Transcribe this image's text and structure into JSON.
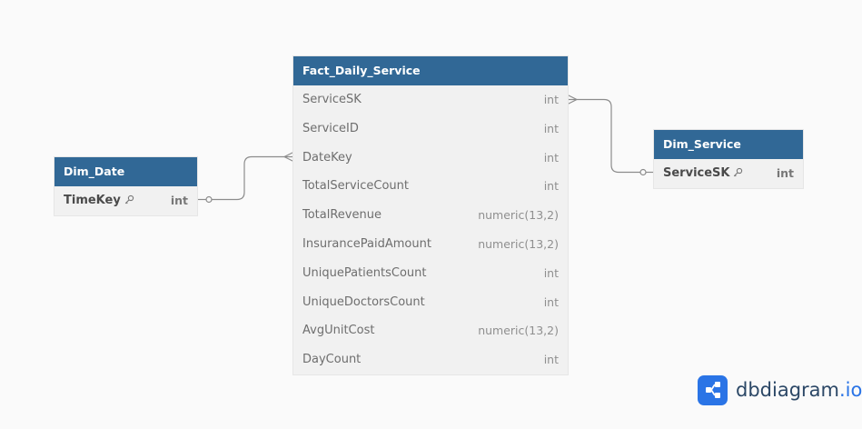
{
  "tables": {
    "fact": {
      "name": "Fact_Daily_Service",
      "columns": [
        {
          "name": "ServiceSK",
          "type": "int"
        },
        {
          "name": "ServiceID",
          "type": "int"
        },
        {
          "name": "DateKey",
          "type": "int"
        },
        {
          "name": "TotalServiceCount",
          "type": "int"
        },
        {
          "name": "TotalRevenue",
          "type": "numeric(13,2)"
        },
        {
          "name": "InsurancePaidAmount",
          "type": "numeric(13,2)"
        },
        {
          "name": "UniquePatientsCount",
          "type": "int"
        },
        {
          "name": "UniqueDoctorsCount",
          "type": "int"
        },
        {
          "name": "AvgUnitCost",
          "type": "numeric(13,2)"
        },
        {
          "name": "DayCount",
          "type": "int"
        }
      ]
    },
    "date": {
      "name": "Dim_Date",
      "columns": [
        {
          "name": "TimeKey",
          "type": "int",
          "primary_key": true,
          "icon": "key-icon"
        }
      ]
    },
    "service": {
      "name": "Dim_Service",
      "columns": [
        {
          "name": "ServiceSK",
          "type": "int",
          "primary_key": true,
          "icon": "key-icon"
        }
      ]
    }
  },
  "relationships": [
    {
      "from": "Dim_Date.TimeKey",
      "to": "Fact_Daily_Service.DateKey",
      "cardinality": "one-to-many"
    },
    {
      "from": "Dim_Service.ServiceSK",
      "to": "Fact_Daily_Service.ServiceSK",
      "cardinality": "one-to-many"
    }
  ],
  "brand": {
    "name": "dbdiagram",
    "suffix": ".io",
    "icon": "dbdiagram-logo-icon",
    "accent_color": "#2a74e6"
  },
  "colors": {
    "header": "#316896",
    "background": "#fafafa",
    "connector": "#8c8c8c"
  }
}
